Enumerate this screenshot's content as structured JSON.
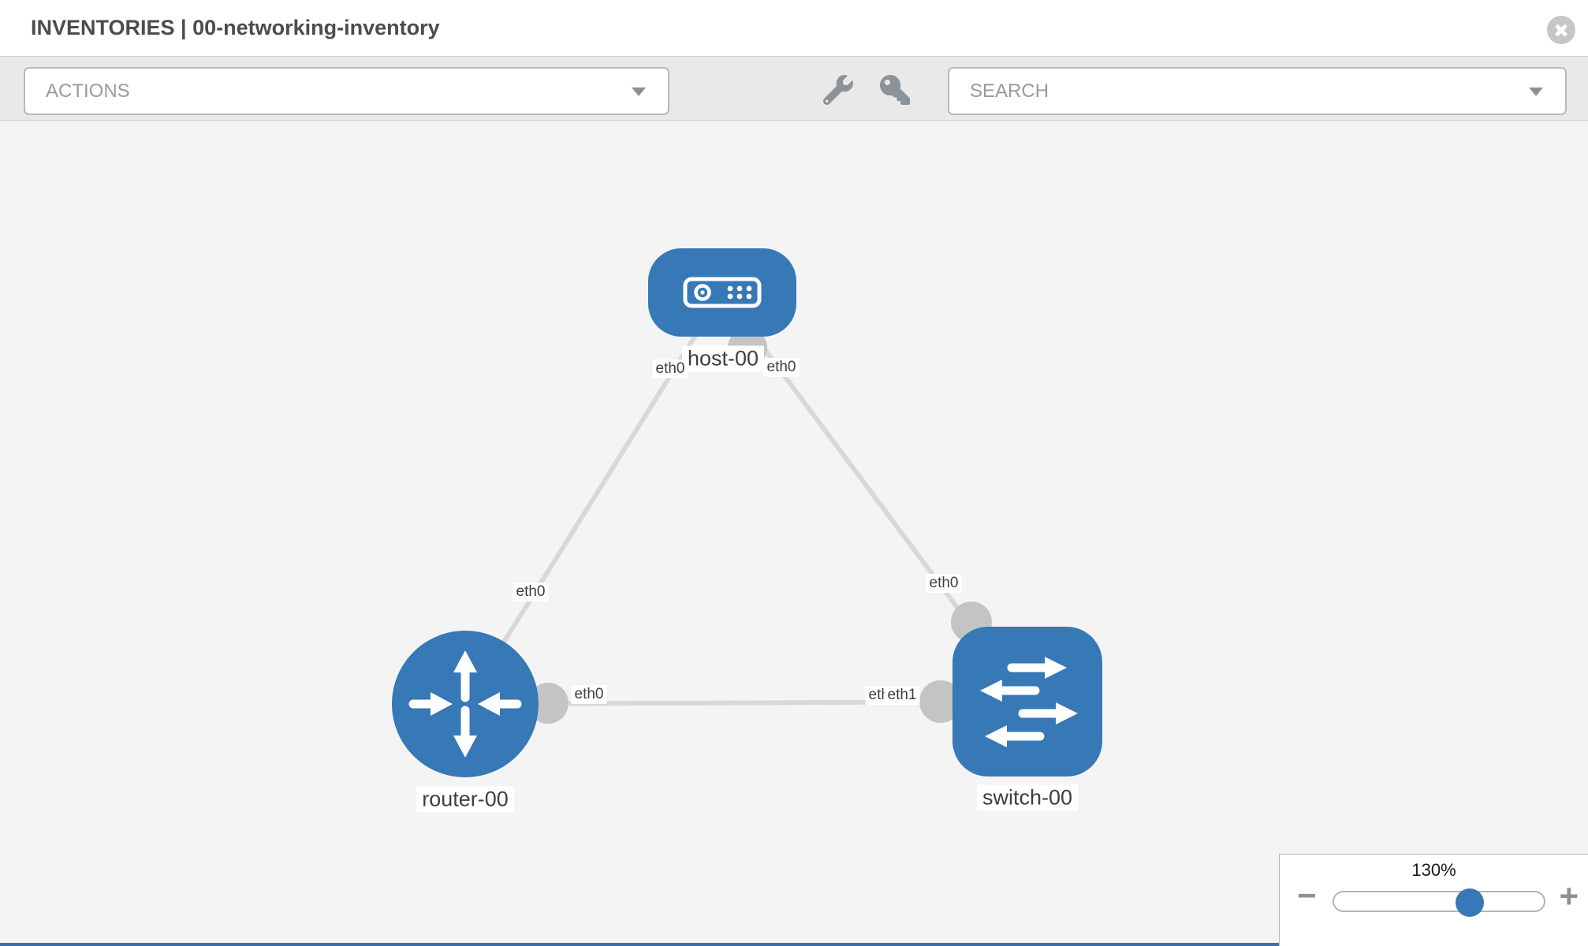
{
  "header": {
    "title": "INVENTORIES | 00-networking-inventory",
    "close_icon": "close-circle"
  },
  "toolbar": {
    "actions_placeholder": "ACTIONS",
    "search_placeholder": "SEARCH",
    "icons": [
      "wrench-icon",
      "key-icon"
    ]
  },
  "topology": {
    "nodes": [
      {
        "id": "host-00",
        "label": "host-00",
        "type": "host"
      },
      {
        "id": "router-00",
        "label": "router-00",
        "type": "router"
      },
      {
        "id": "switch-00",
        "label": "switch-00",
        "type": "switch"
      }
    ],
    "links": [
      {
        "from": "host-00",
        "to": "router-00",
        "from_interface": "eth0",
        "to_interface": "eth0"
      },
      {
        "from": "host-00",
        "to": "switch-00",
        "from_interface": "eth0",
        "to_interface": "eth0"
      },
      {
        "from": "router-00",
        "to": "switch-00",
        "from_interface": "eth0",
        "to_interface": "eth1"
      }
    ],
    "labels": {
      "host_left": "eth0",
      "host_right": "eth0",
      "router_top": "eth0",
      "router_right": "eth0",
      "switch_top": "eth0",
      "mid_under": "eth0",
      "mid_over": "eth1"
    }
  },
  "zoom_control": {
    "level": "130%",
    "value": 130,
    "minus": "−",
    "plus": "+"
  },
  "colors": {
    "node_blue": "#3778b7",
    "link_gray": "#d8d8d8",
    "interface_dot_gray": "#c4c4c4",
    "toolbar_gray": "#e9e9e9",
    "canvas_gray": "#f4f4f4"
  }
}
